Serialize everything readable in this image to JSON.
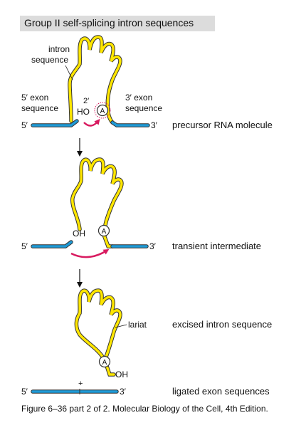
{
  "title": "Group II self-splicing intron sequences",
  "caption": "Figure 6–36 part 2 of 2. Molecular Biology of the Cell, 4th Edition.",
  "colors": {
    "exon": "#1e9ad6",
    "intron": "#ffe600",
    "arrow": "#d81b60",
    "adenosine": "#d81b60"
  },
  "panel1": {
    "intron_label": [
      "intron",
      "sequence"
    ],
    "exon5_label": [
      "5′ exon",
      "sequence"
    ],
    "exon3_label": [
      "3′ exon",
      "sequence"
    ],
    "hydroxyl": "2′",
    "ho": "HO",
    "adenosine": "A",
    "end5": "5′",
    "end3": "3′",
    "description": "precursor RNA molecule"
  },
  "panel2": {
    "oh": "OH",
    "adenosine": "A",
    "end5": "5′",
    "end3": "3′",
    "description": "transient intermediate"
  },
  "panel3": {
    "lariat": "lariat",
    "adenosine": "A",
    "oh": "OH",
    "description": "excised intron sequence",
    "plus": "+",
    "end5": "5′",
    "end3": "3′",
    "ligated_description": "ligated exon sequences"
  }
}
